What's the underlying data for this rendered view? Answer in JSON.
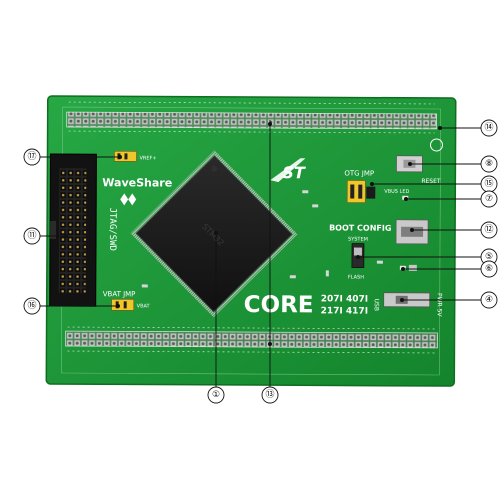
{
  "board": {
    "brand": "WaveShare",
    "jtag_label": "JTAG/SWD",
    "vbat_jmp": "VBAT JMP",
    "vref_label": "VREF+",
    "vbat_small": "VBAT",
    "otg_jmp": "OTG JMP",
    "reset": "RESET",
    "vbus_led": "VBUS LED",
    "boot_config": "BOOT CONFIG",
    "system": "SYSTEM",
    "flash": "FLASH",
    "usb": "USB",
    "pwr_5v": "PWR 5V",
    "core": "CORE",
    "models_line1": "207I  407I",
    "models_line2": "217I  417I",
    "st_logo": "ST",
    "chip_mark": "STM32"
  },
  "callouts": [
    {
      "id": "c1",
      "label": "①"
    },
    {
      "id": "c4",
      "label": "④"
    },
    {
      "id": "c5",
      "label": "⑤"
    },
    {
      "id": "c6",
      "label": "⑥"
    },
    {
      "id": "c7",
      "label": "⑦"
    },
    {
      "id": "c8",
      "label": "⑧"
    },
    {
      "id": "c11",
      "label": "⑪"
    },
    {
      "id": "c12",
      "label": "⑫"
    },
    {
      "id": "c13",
      "label": "⑬"
    },
    {
      "id": "c14",
      "label": "⑭"
    },
    {
      "id": "c15",
      "label": "⑮"
    },
    {
      "id": "c16",
      "label": "⑯"
    },
    {
      "id": "c17",
      "label": "⑰"
    }
  ],
  "colors": {
    "pcb": "#1f9a3a",
    "pcb_dark": "#157a2a",
    "silk": "#ffffff",
    "chip": "#1b1b1b",
    "gold": "#d9b24a",
    "header": "#1c1c1c"
  }
}
